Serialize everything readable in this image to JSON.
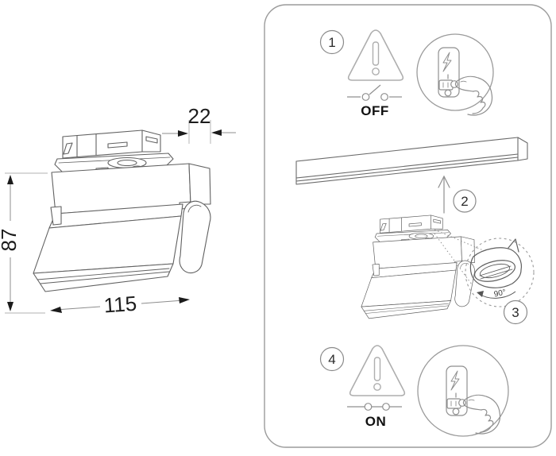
{
  "left_drawing": {
    "dim_depth": "22",
    "dim_height": "87",
    "dim_width": "115"
  },
  "panel": {
    "steps": [
      {
        "number": "1",
        "label": "OFF"
      },
      {
        "number": "2",
        "label": ""
      },
      {
        "number": "3",
        "angle": "90°"
      },
      {
        "number": "4",
        "label": "ON"
      }
    ]
  },
  "colors": {
    "line": "#616161",
    "light_line": "#a6a6a6",
    "panel_border": "#9b9b9b",
    "text": "#1c1c1c"
  }
}
